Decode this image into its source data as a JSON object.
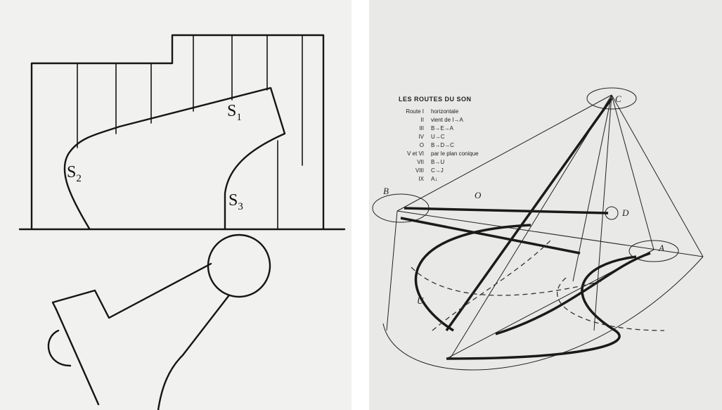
{
  "left_figure": {
    "labels": {
      "s1": "S",
      "s1_sub": "1",
      "s2": "S",
      "s2_sub": "2",
      "s3": "S",
      "s3_sub": "3"
    }
  },
  "right_figure": {
    "legend": {
      "title": "LES ROUTES DU SON",
      "rows": [
        {
          "key": "Route  I",
          "value": "horizontale"
        },
        {
          "key": "II",
          "value": "vient de I→A"
        },
        {
          "key": "III",
          "value": "B→E→A"
        },
        {
          "key": "IV",
          "value": "U→C"
        },
        {
          "key": "O",
          "value": "B→D→C"
        },
        {
          "key": "V et VI",
          "value": "par le plan conique"
        },
        {
          "key": "VII",
          "value": "B→U"
        },
        {
          "key": "VIII",
          "value": "C→J"
        },
        {
          "key": "IX",
          "value": "A↓"
        }
      ]
    },
    "point_labels": {
      "b": "B",
      "c": "C",
      "d": "D",
      "a": "A",
      "o": "O",
      "u": "U"
    }
  }
}
